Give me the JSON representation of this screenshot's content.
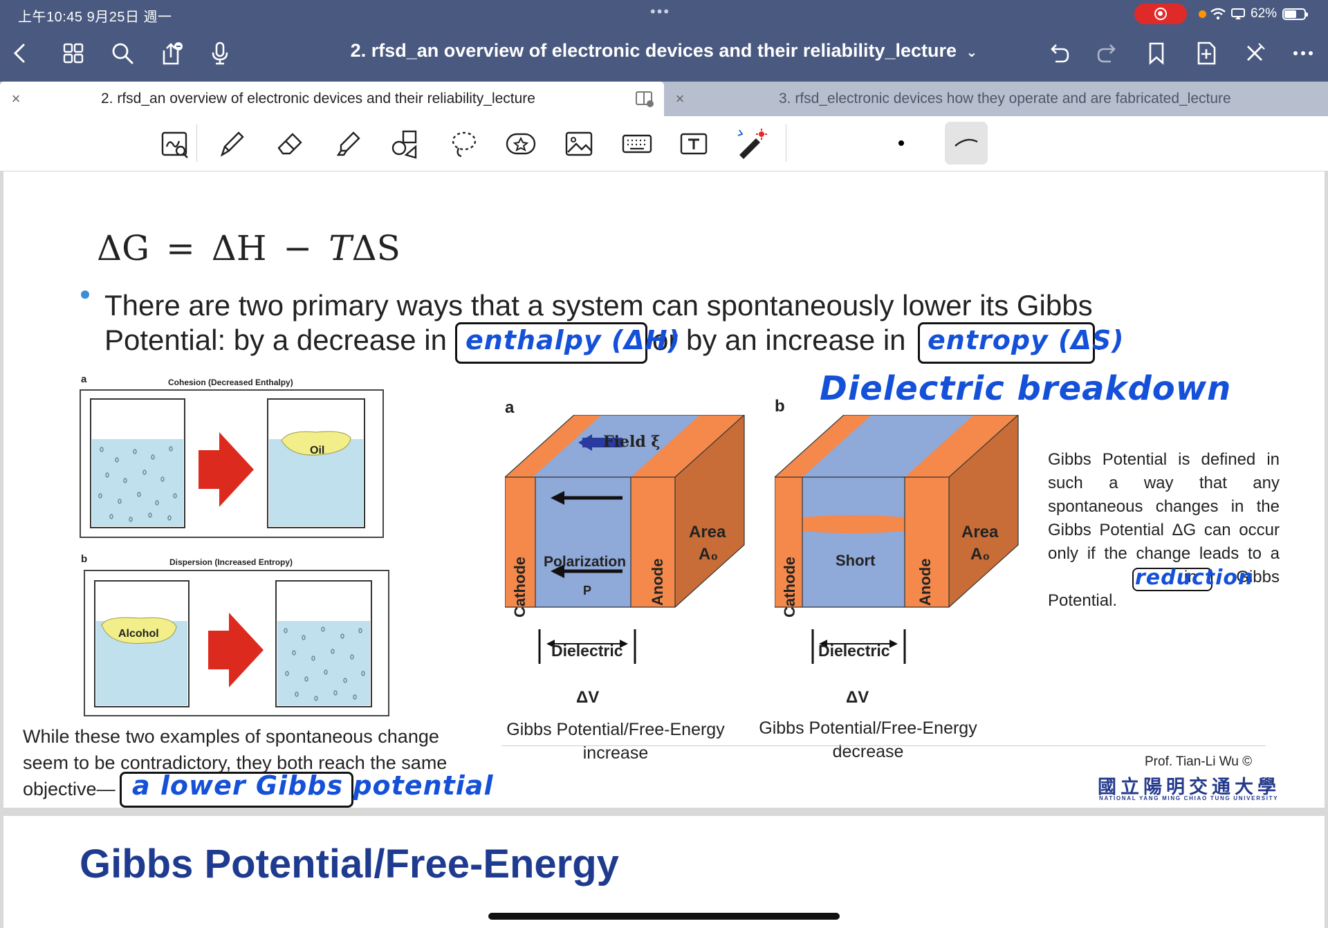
{
  "status_bar": {
    "time": "上午10:45  9月25日 週一",
    "center_dots": "•••",
    "battery": "62%"
  },
  "navbar": {
    "title": "2. rfsd_an overview of electronic devices and their reliability_lecture",
    "title_chevron": "⌄",
    "left_icons": [
      "back-chevron-icon",
      "grid-icon",
      "search-icon",
      "share-icon",
      "microphone-icon"
    ],
    "right_icons": [
      "undo-icon",
      "redo-icon",
      "bookmark-icon",
      "add-page-icon",
      "close-pen-icon",
      "more-icon"
    ]
  },
  "tabs": [
    {
      "label": "2. rfsd_an overview of electronic devices and their reliability_lecture",
      "active": true
    },
    {
      "label": "3. rfsd_electronic devices how they operate and are fabricated_lecture",
      "active": false
    }
  ],
  "toolbar": {
    "tools": [
      "zoom-window-tool",
      "pen-tool",
      "eraser-tool",
      "highlighter-tool",
      "shapes-tool",
      "lasso-tool",
      "sticker-tool",
      "image-tool",
      "keyboard-tool",
      "text-tool",
      "laser-pointer-tool"
    ],
    "stroke_dot": "•"
  },
  "slide": {
    "formula": {
      "g": "ΔG",
      "eq": "=",
      "h": "ΔH",
      "minus": "−",
      "t": "T",
      "s": "ΔS"
    },
    "bullet_line1": "There are two primary ways that a system can spontaneously lower its Gibbs",
    "bullet_line2_a": "Potential: by a decrease in",
    "bullet_line2_b": "or by an increase in",
    "bullet_line2_c": ".",
    "ink_enthalpy": "enthalpy (ΔH)",
    "ink_entropy": "entropy (ΔS)",
    "ink_dielectric": "Dielectric breakdown",
    "ink_reduction": "reduction",
    "ink_lower_gibbs": "a lower Gibbs potential",
    "beakers": {
      "a_label": "a",
      "a_title": "Cohesion (Decreased Enthalpy)",
      "oil": "Oil",
      "b_label": "b",
      "b_title": "Dispersion (Increased Entropy)",
      "alcohol": "Alcohol"
    },
    "capacitor_a": {
      "label": "a",
      "field": "Field ξ",
      "polarization": "Polarization",
      "p": "P",
      "cathode": "Cathode",
      "anode": "Anode",
      "area": "Area",
      "a0": "A₀",
      "dielectric": "Dielectric",
      "dv": "ΔV",
      "caption_1": "Gibbs Potential/Free-Energy",
      "caption_2": "increase"
    },
    "capacitor_b": {
      "label": "b",
      "short": "Short",
      "cathode": "Cathode",
      "anode": "Anode",
      "area": "Area",
      "a0": "A₀",
      "dielectric": "Dielectric",
      "dv": "ΔV",
      "caption_1": "Gibbs Potential/Free-Energy",
      "caption_2": "decrease"
    },
    "right_text_a": "Gibbs Potential is defined in such a way that any spontaneous changes in the Gibbs Potential ΔG can occur only if the change leads to a",
    "right_text_b": "in Gibbs Potential.",
    "bottom_text_1": "While these two examples of spontaneous change",
    "bottom_text_2": "seem to be contradictory, they both reach the same",
    "bottom_text_3": "objective—",
    "prof": "Prof. Tian-Li Wu ©",
    "university_cn": "國立陽明交通大學",
    "university_en": "NATIONAL YANG MING CHIAO TUNG UNIVERSITY"
  },
  "next_slide": {
    "title": "Gibbs Potential/Free-Energy"
  },
  "colors": {
    "navbar": "#4a5980",
    "ink_blue": "#1450d8",
    "slide_title_blue": "#1f3b8f",
    "bullet_blue": "#3b8ed6",
    "electrode_orange": "#f4894b",
    "dielectric_blue": "#8fa9d8",
    "water_blue": "#bfe0ec"
  }
}
